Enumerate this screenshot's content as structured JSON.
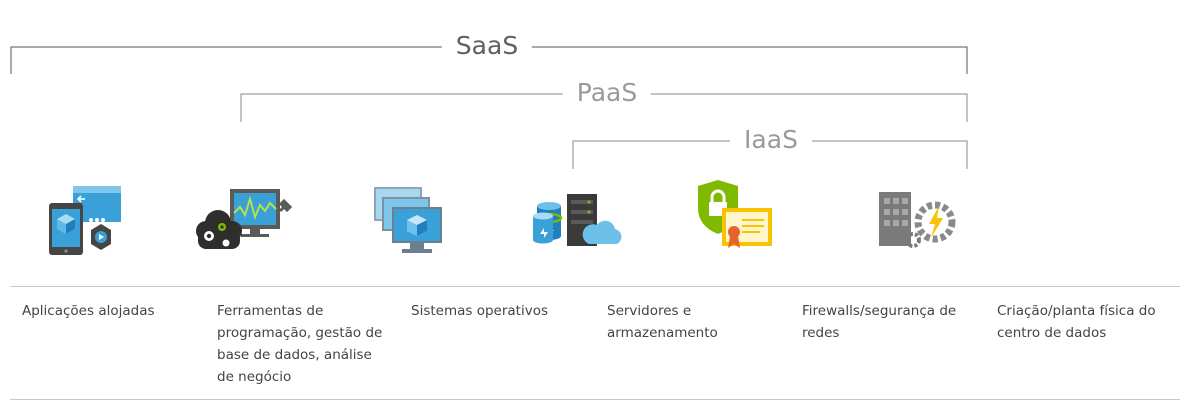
{
  "tiers": {
    "saas": "SaaS",
    "paas": "PaaS",
    "iaas": "IaaS"
  },
  "layers": [
    {
      "icon": "hosted-apps-icon",
      "label": "Aplicações alojadas"
    },
    {
      "icon": "dev-tools-icon",
      "label": "Ferramentas de programação, gestão de base de dados, análise de negócio"
    },
    {
      "icon": "operating-systems-icon",
      "label": "Sistemas operativos"
    },
    {
      "icon": "servers-storage-icon",
      "label": "Servidores e armazenamento"
    },
    {
      "icon": "network-security-icon",
      "label": "Firewalls/segurança de redes"
    },
    {
      "icon": "datacenter-icon",
      "label": "Criação/planta física do centro de dados"
    }
  ],
  "colors": {
    "azure_blue": "#3aa0d8",
    "dark_gray": "#4a4a4a",
    "green": "#7fba00",
    "yellow": "#f8c300",
    "bracket": "#555555",
    "bracket_light": "#9a9a9a"
  }
}
